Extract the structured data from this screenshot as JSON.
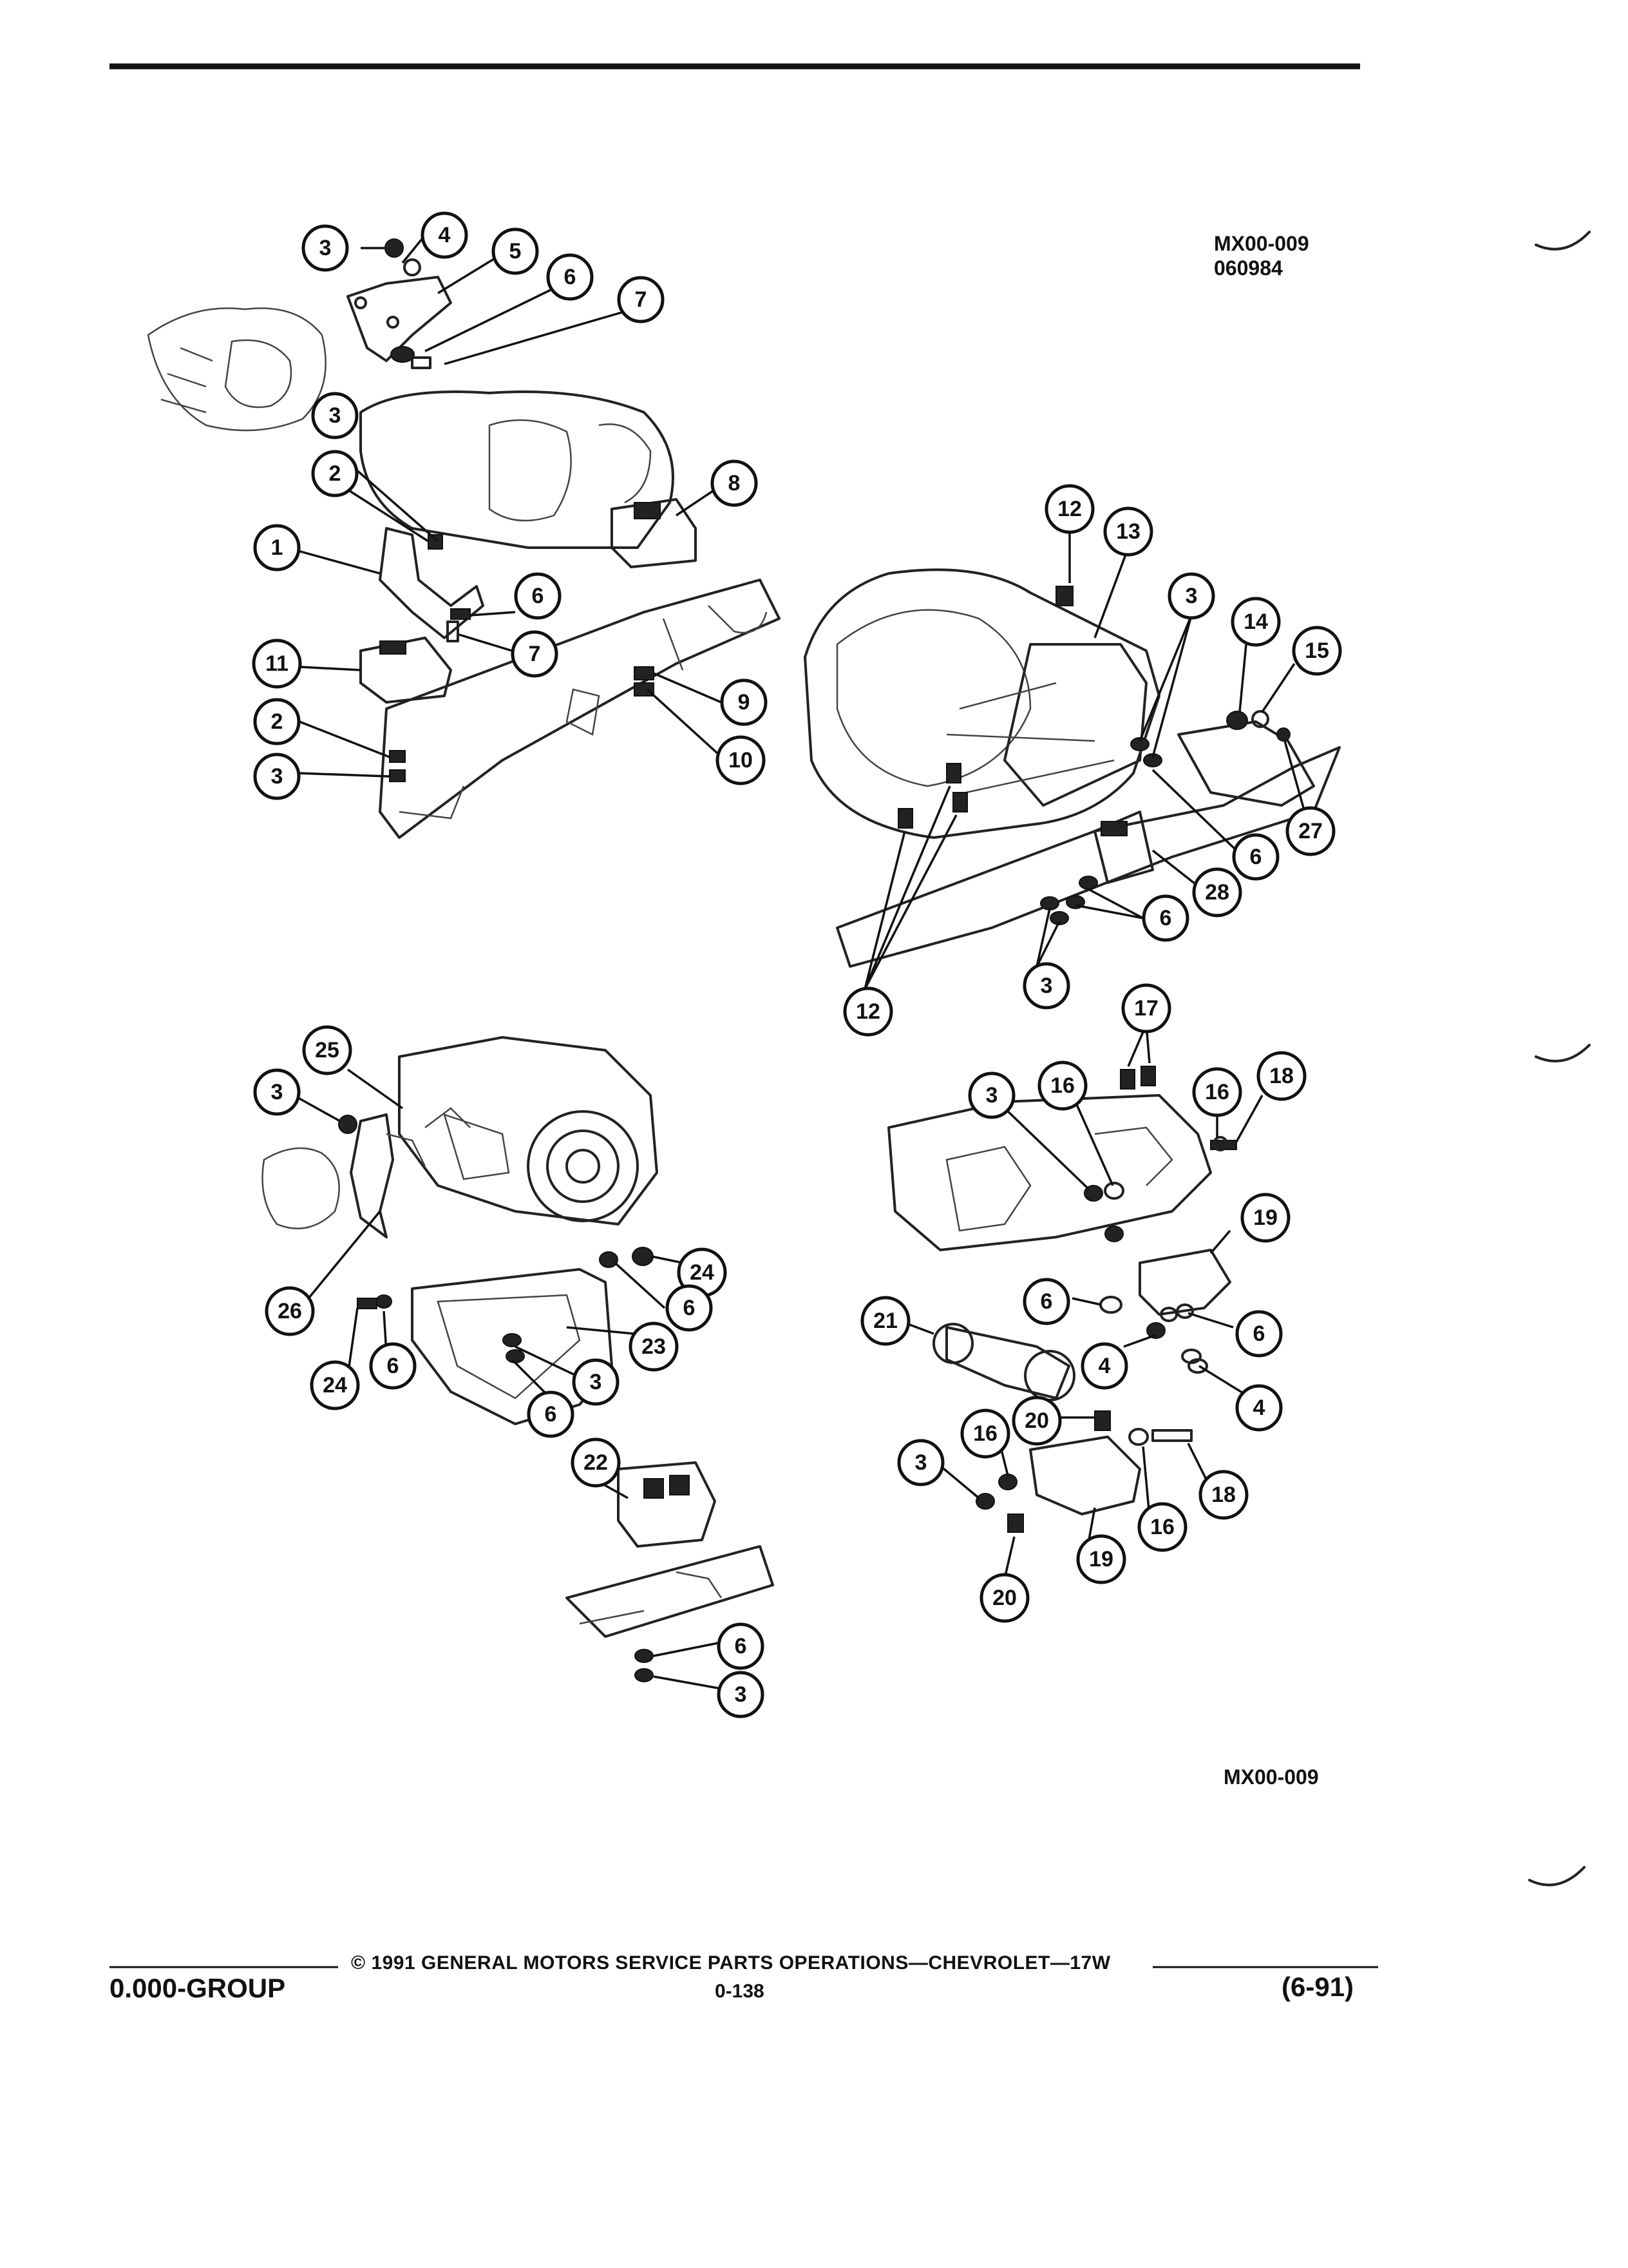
{
  "header": {
    "ref_top_line1": "MX00-009",
    "ref_top_line2": "060984",
    "ref_bottom": "MX00-009"
  },
  "callouts": {
    "c1": "1",
    "c2": "2",
    "c3": "3",
    "c4": "4",
    "c5": "5",
    "c6": "6",
    "c7": "7",
    "c8": "8",
    "c9": "9",
    "c10": "10",
    "c11": "11",
    "c12": "12",
    "c13": "13",
    "c14": "14",
    "c15": "15",
    "c16": "16",
    "c17": "17",
    "c18": "18",
    "c19": "19",
    "c20": "20",
    "c21": "21",
    "c22": "22",
    "c23": "23",
    "c24": "24",
    "c25": "25",
    "c26": "26",
    "c27": "27",
    "c28": "28"
  },
  "footer": {
    "copyright": "© 1991 GENERAL MOTORS SERVICE PARTS OPERATIONS—CHEVROLET—17W",
    "group": "0.000-GROUP",
    "page": "0-138",
    "date_code": "(6-91)"
  }
}
